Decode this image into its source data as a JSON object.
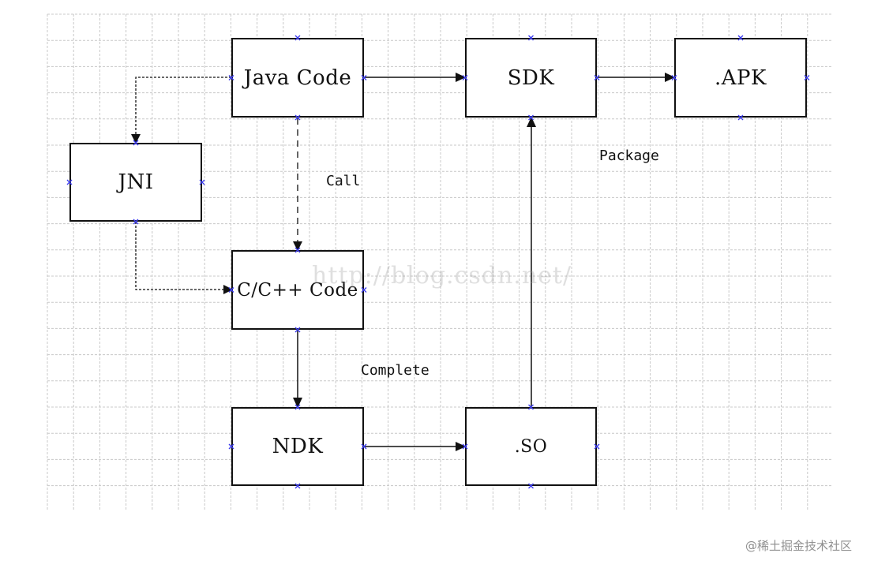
{
  "nodes": {
    "java_code": "Java Code",
    "sdk": "SDK",
    "apk": ".APK",
    "jni": "JNI",
    "c_code": "C/C++ Code",
    "ndk": "NDK",
    "so": ".SO"
  },
  "edge_labels": {
    "call": "Call",
    "package": "Package",
    "complete": "Complete"
  },
  "watermark": "http://blog.csdn.net/",
  "credit": "@稀土掘金技术社区",
  "colors": {
    "grid": "#c8c8c8",
    "line": "#111111",
    "anchor_marker": "#3a3af0"
  }
}
